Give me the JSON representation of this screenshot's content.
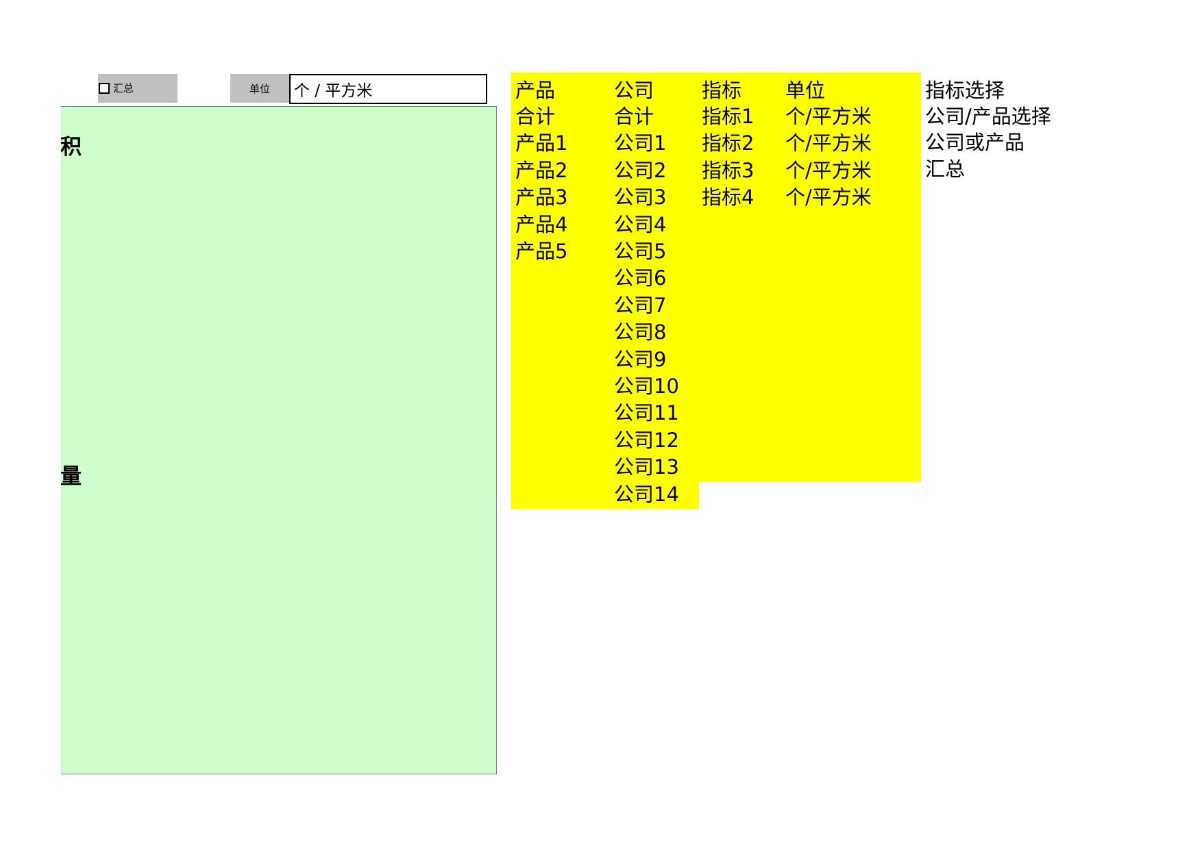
{
  "toolbar": {
    "summary_checkbox_label": "汇总",
    "summary_checked": false,
    "unit_label": "单位",
    "unit_value": "个 / 平方米"
  },
  "charts": {
    "top_title": "面积",
    "bottom_title": "数量"
  },
  "lookup": {
    "headers": {
      "product": "产品",
      "company": "公司",
      "metric": "指标",
      "unit": "单位"
    },
    "products": [
      "合计",
      "产品1",
      "产品2",
      "产品3",
      "产品4",
      "产品5"
    ],
    "companies": [
      "合计",
      "公司1",
      "公司2",
      "公司3",
      "公司4",
      "公司5",
      "公司6",
      "公司7",
      "公司8",
      "公司9",
      "公司10",
      "公司11",
      "公司12",
      "公司13",
      "公司14"
    ],
    "metrics": [
      "指标1",
      "指标2",
      "指标3",
      "指标4"
    ],
    "units": [
      "个/平方米",
      "个/平方米",
      "个/平方米",
      "个/平方米"
    ]
  },
  "options": [
    "指标选择",
    "公司/产品选择",
    "公司或产品",
    "汇总"
  ],
  "colors": {
    "panel_green": "#ccffcc",
    "table_yellow": "#ffff00",
    "control_gray": "#c0c0c0"
  }
}
